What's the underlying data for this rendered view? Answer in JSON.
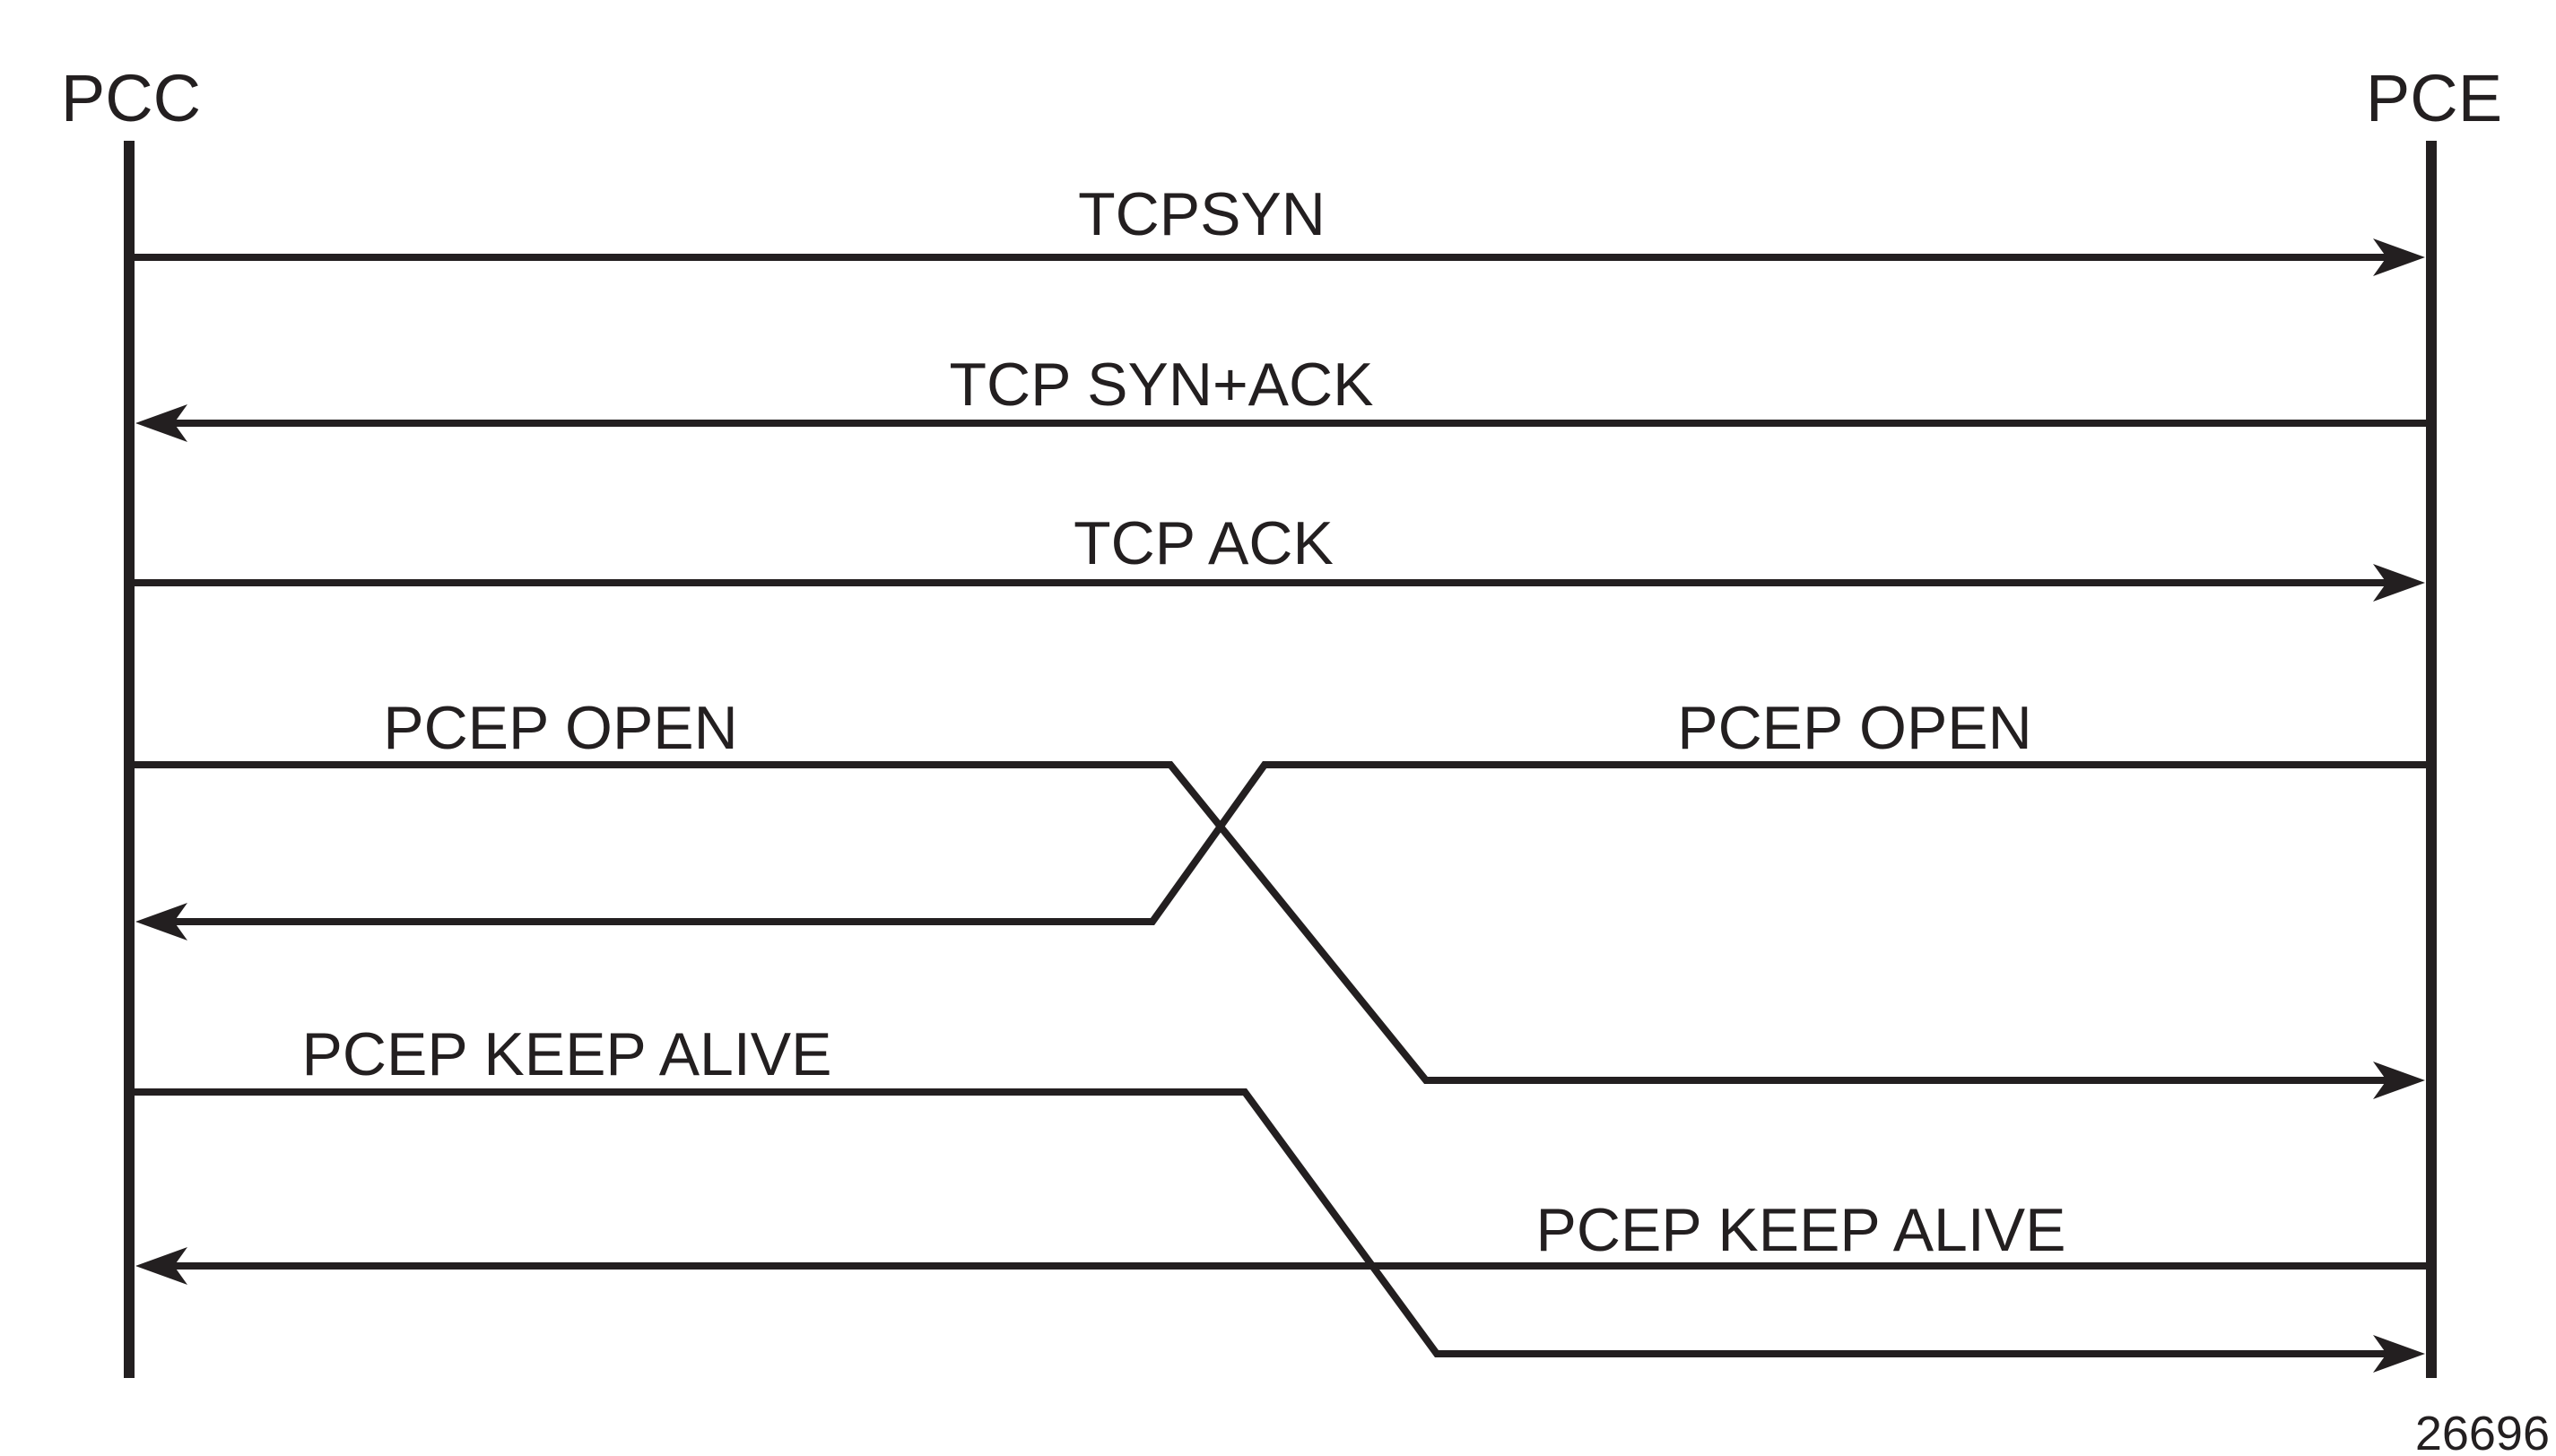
{
  "figure": {
    "number": "26696",
    "ink_color": "#231F20",
    "background_color": "#FFFFFF"
  },
  "actors": {
    "pcc": {
      "label": "PCC"
    },
    "pce": {
      "label": "PCE"
    }
  },
  "messages": [
    {
      "label": "TCPSYN",
      "from": "PCC",
      "to": "PCE",
      "shape": "straight"
    },
    {
      "label": "TCP SYN+ACK",
      "from": "PCE",
      "to": "PCC",
      "shape": "straight"
    },
    {
      "label": "TCP ACK",
      "from": "PCC",
      "to": "PCE",
      "shape": "straight"
    },
    {
      "label": "PCEP OPEN",
      "from": "PCC",
      "to": "PCE",
      "shape": "crossing-down"
    },
    {
      "label": "PCEP OPEN",
      "from": "PCE",
      "to": "PCC",
      "shape": "crossing-down"
    },
    {
      "label": "PCEP KEEP ALIVE",
      "from": "PCC",
      "to": "PCE",
      "shape": "crossing-down"
    },
    {
      "label": "PCEP KEEP ALIVE",
      "from": "PCE",
      "to": "PCC",
      "shape": "straight"
    }
  ]
}
